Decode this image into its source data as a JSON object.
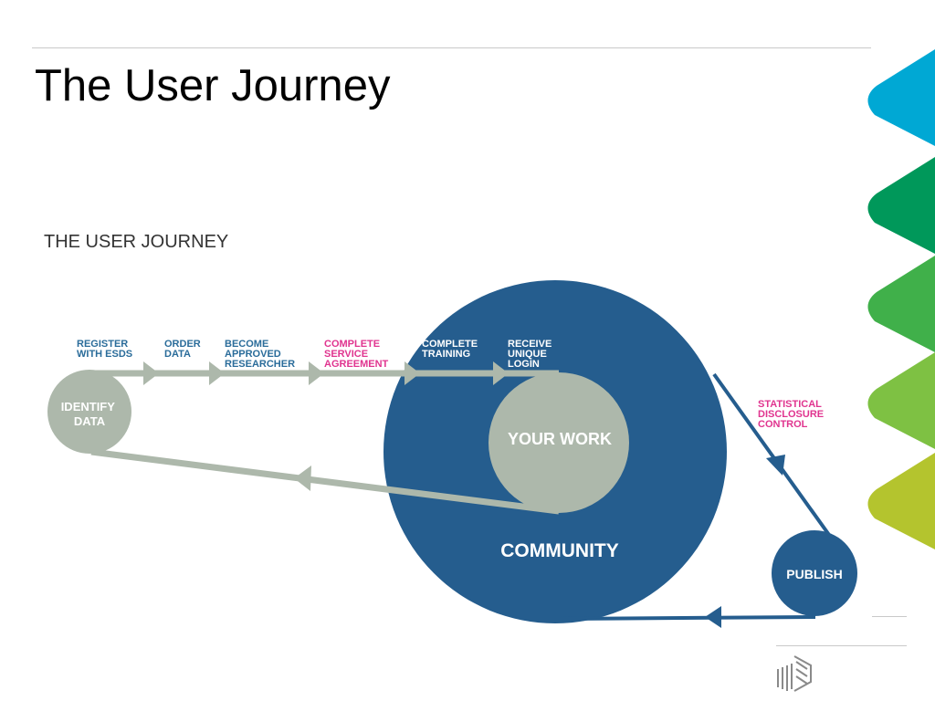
{
  "slide": {
    "title": "The User Journey"
  },
  "diagram": {
    "heading": "THE USER JOURNEY",
    "steps": [
      {
        "lines": [
          "REGISTER",
          "WITH ESDS"
        ],
        "color": "#2a6c9a"
      },
      {
        "lines": [
          "ORDER",
          "DATA"
        ],
        "color": "#2a6c9a"
      },
      {
        "lines": [
          "BECOME",
          "APPROVED",
          "RESEARCHER"
        ],
        "color": "#2a6c9a"
      },
      {
        "lines": [
          "COMPLETE",
          "SERVICE",
          "AGREEMENT"
        ],
        "color": "#e0348f"
      },
      {
        "lines": [
          "COMPLETE",
          "TRAINING"
        ],
        "color": "#ffffff"
      },
      {
        "lines": [
          "RECEIVE",
          "UNIQUE",
          "LOGIN"
        ],
        "color": "#ffffff"
      }
    ],
    "nodes": {
      "identify": {
        "lines": [
          "IDENTIFY",
          "DATA"
        ]
      },
      "your_work": {
        "label": "YOUR WORK"
      },
      "community": {
        "label": "COMMUNITY"
      },
      "publish": {
        "label": "PUBLISH"
      }
    },
    "disclosure": {
      "lines": [
        "STATISTICAL",
        "DISCLOSURE",
        "CONTROL"
      ],
      "color": "#e0348f"
    }
  },
  "colors": {
    "grey_node": "#adb8ab",
    "blue_node": "#255d8e",
    "step_text_blue": "#2a6c9a",
    "accent_pink": "#e0348f",
    "pills": [
      "#00a8d4",
      "#00985a",
      "#40b04a",
      "#7ec143",
      "#b4c42e"
    ]
  }
}
